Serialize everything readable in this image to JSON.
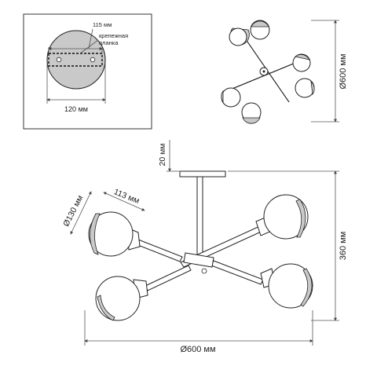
{
  "mount_detail": {
    "plate_width": "115 мм",
    "bracket_label_line1": "крепежная",
    "bracket_label_line2": "планка",
    "canopy_diameter": "120 мм"
  },
  "top_view": {
    "diameter": "Ø600 мм"
  },
  "front_view": {
    "rod_length": "20 мм",
    "shade_length": "113 мм",
    "shade_diameter": "Ø130 мм",
    "height": "360 мм",
    "width": "Ø600 мм"
  }
}
